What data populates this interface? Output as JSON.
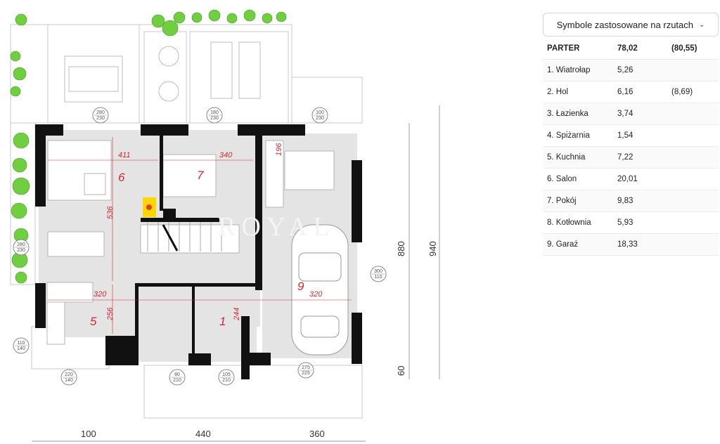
{
  "panel": {
    "symbols_button": "Symbole zastosowane na rzutach",
    "header": {
      "name": "PARTER",
      "area": "78,02",
      "area2": "(80,55)"
    },
    "rooms": [
      {
        "name": "1. Wiatrołap",
        "area": "5,26",
        "area2": ""
      },
      {
        "name": "2. Hol",
        "area": "6,16",
        "area2": "(8,69)"
      },
      {
        "name": "3. Łazienka",
        "area": "3,74",
        "area2": ""
      },
      {
        "name": "4. Spiżarnia",
        "area": "1,54",
        "area2": ""
      },
      {
        "name": "5. Kuchnia",
        "area": "7,22",
        "area2": ""
      },
      {
        "name": "6. Salon",
        "area": "20,01",
        "area2": ""
      },
      {
        "name": "7. Pokój",
        "area": "9,83",
        "area2": ""
      },
      {
        "name": "8. Kotłownia",
        "area": "5,93",
        "area2": ""
      },
      {
        "name": "9. Garaż",
        "area": "18,33",
        "area2": ""
      }
    ]
  },
  "plan": {
    "watermark": "ROYAL",
    "room_numbers": {
      "r6": "6",
      "r7": "7",
      "r5": "5",
      "r1": "1",
      "r9": "9"
    },
    "inner_dims": {
      "d411": "411",
      "d340": "340",
      "d196": "196",
      "d536": "536",
      "d320a": "320",
      "d256": "256",
      "d244": "244",
      "d320b": "320"
    },
    "outer_dims": {
      "h880": "880",
      "h940": "940",
      "h60": "60",
      "w1": "100",
      "w2": "440",
      "w3": "360"
    },
    "windows": [
      {
        "a": "280",
        "b": "230"
      },
      {
        "a": "180",
        "b": "230"
      },
      {
        "a": "100",
        "b": "230"
      },
      {
        "a": "280",
        "b": "230"
      },
      {
        "a": "300",
        "b": "110"
      },
      {
        "a": "110",
        "b": "140"
      },
      {
        "a": "220",
        "b": "140"
      },
      {
        "a": "80",
        "b": "210"
      },
      {
        "a": "105",
        "b": "210"
      },
      {
        "a": "275",
        "b": "225"
      }
    ],
    "colors": {
      "wall": "#111111",
      "floor": "#e4e4e4",
      "label": "#d4282e",
      "plant": "#6fcf3f",
      "fireplace": "#ffd600"
    }
  }
}
